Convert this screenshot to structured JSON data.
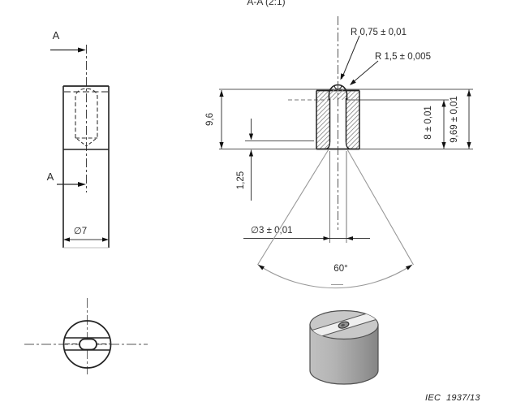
{
  "drawing": {
    "title": "A-A (2:1)",
    "figure_ref": "IEC  1937/13",
    "front_view": {
      "section_label_top": "A",
      "section_label_bottom": "A",
      "diameter_label": "∅7"
    },
    "section_view": {
      "radius_tip_label": "R 0,75 ± 0,01",
      "radius_dome_label": "R 1,5 ± 0,005",
      "height_label": "9,6",
      "offset_label": "1,25",
      "inner_height_label": "8 ± 0,01",
      "overall_height_label": "9,69 ± 0,01",
      "hole_diameter_label": "∅3 ± 0,01",
      "cone_angle_label": "60°"
    },
    "colors": {
      "part_edge": "#222222",
      "dimension_line": "#3c3c3c",
      "light_line": "#999999",
      "hatch_line": "#8f8f8f",
      "cylinder_body": "#a8a8a8"
    }
  }
}
